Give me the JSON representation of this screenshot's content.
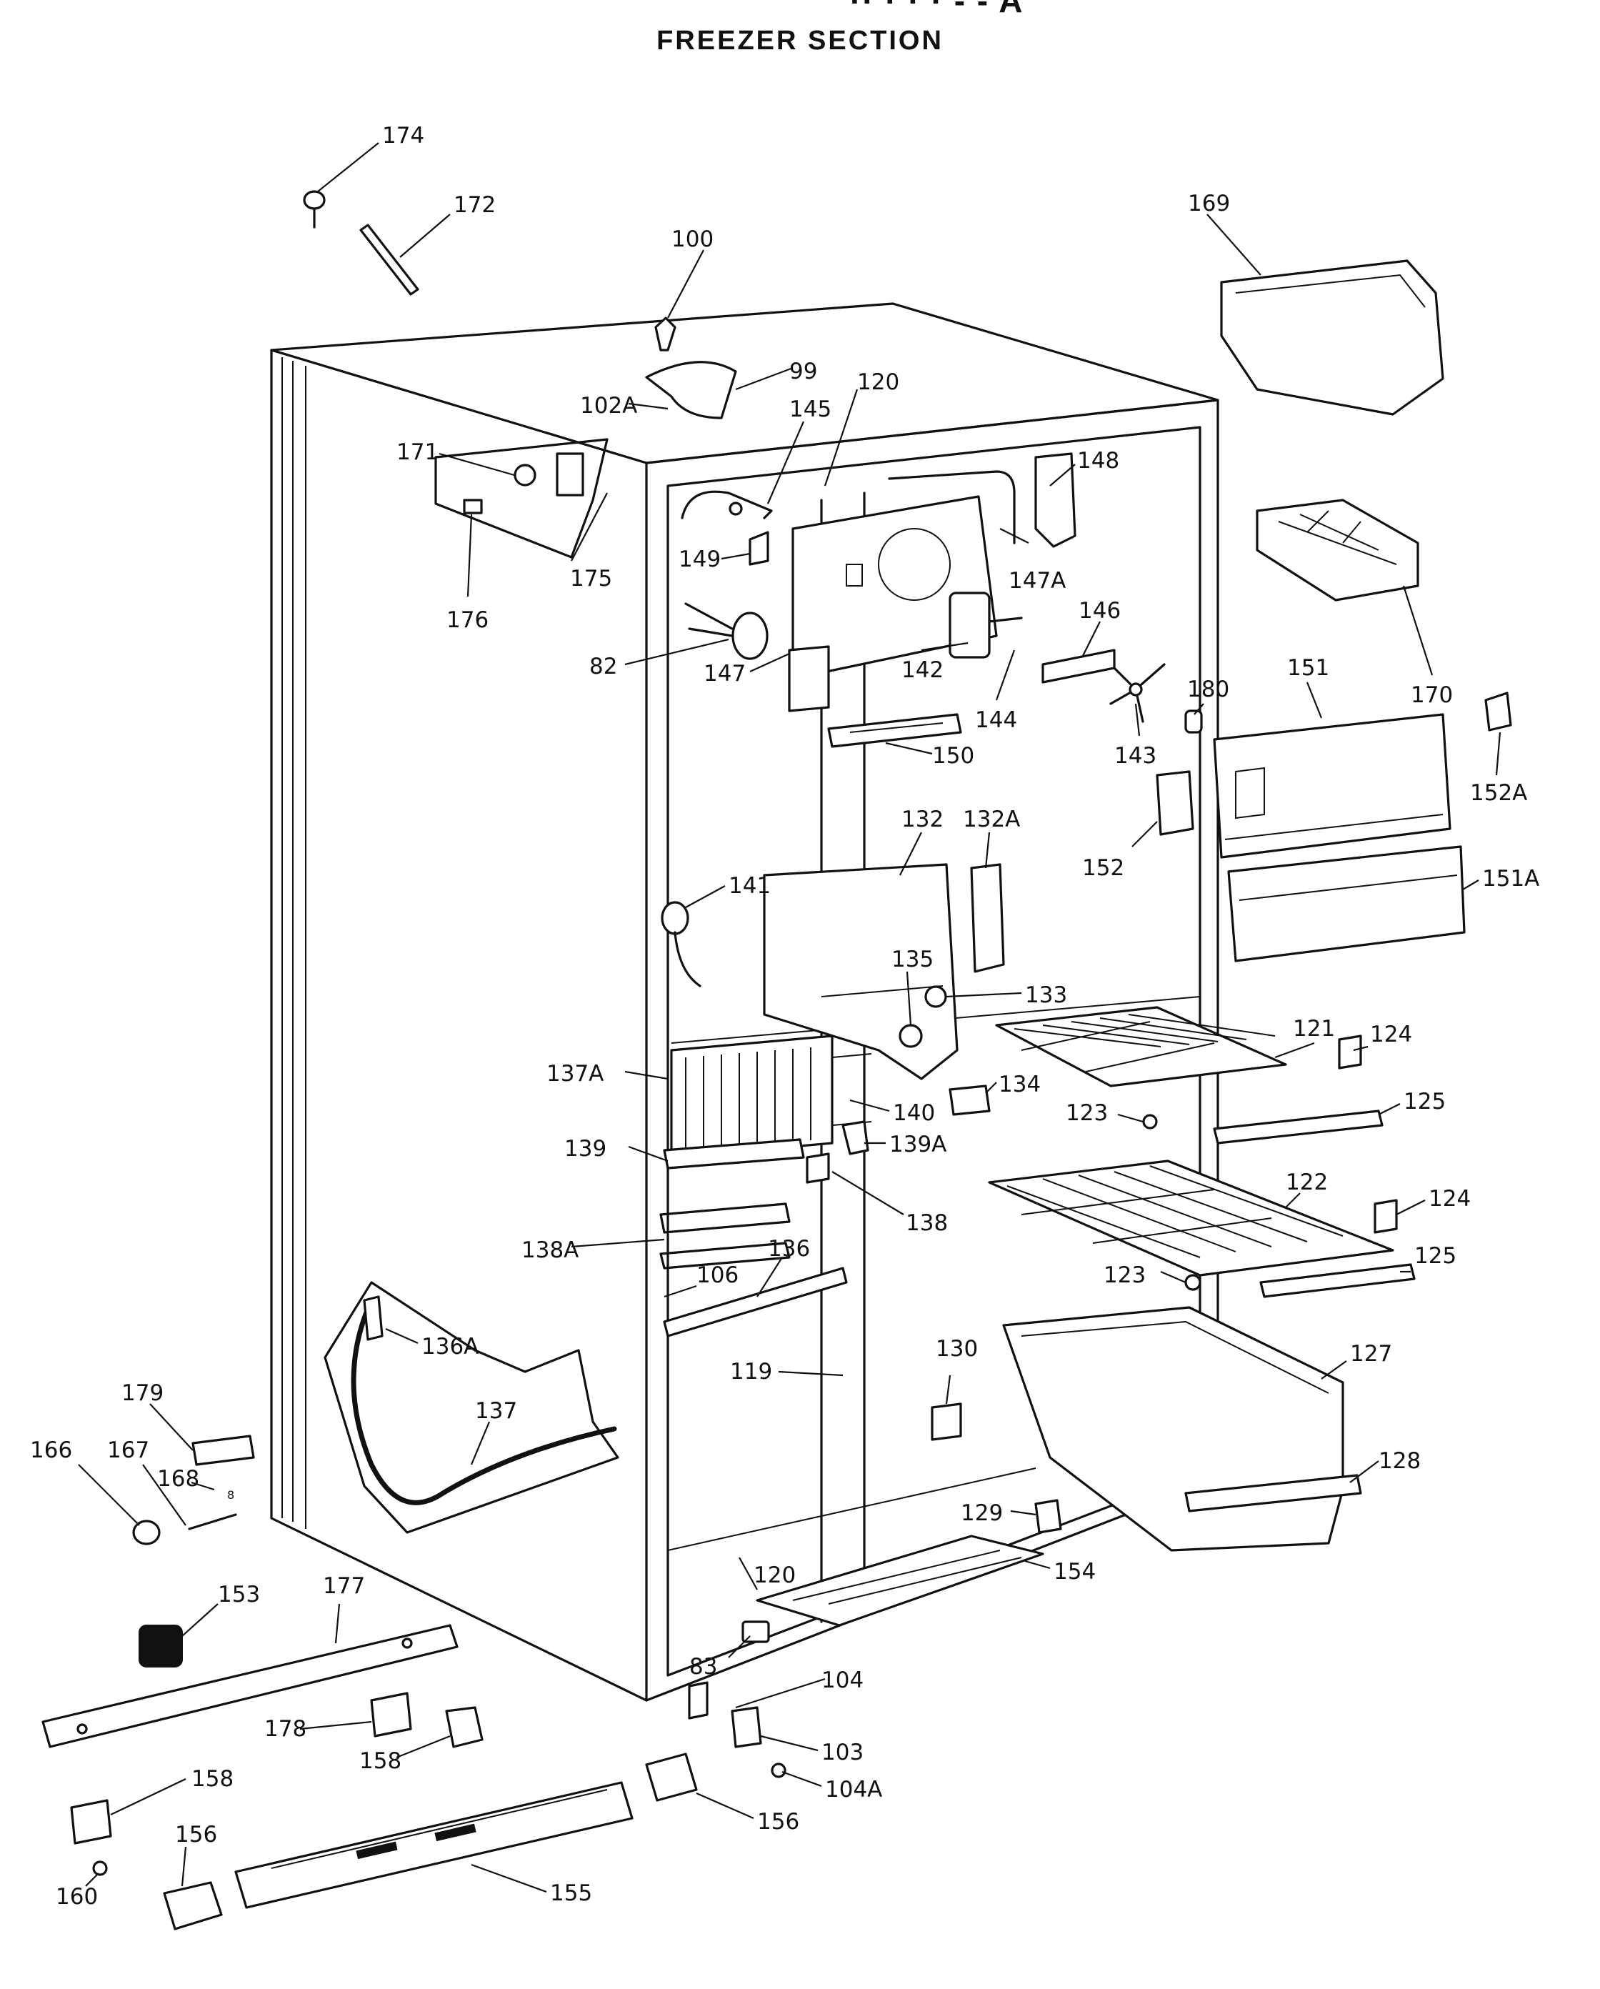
{
  "header": {
    "model_fragment": "·· · · · ‐ ‐ A",
    "section_title": "FREEZER SECTION"
  },
  "parts": {
    "p174": "174",
    "p172": "172",
    "p100": "100",
    "p169": "169",
    "p99": "99",
    "p102A": "102A",
    "p120a": "120",
    "p145": "145",
    "p148": "148",
    "p171": "171",
    "p175": "175",
    "p176": "176",
    "p149": "149",
    "p147A": "147A",
    "p146": "146",
    "p82": "82",
    "p147": "147",
    "p142": "142",
    "p144": "144",
    "p143": "143",
    "p180": "180",
    "p151": "151",
    "p170": "170",
    "p152A": "152A",
    "p150": "150",
    "p132": "132",
    "p132A": "132A",
    "p152": "152",
    "p151A": "151A",
    "p141": "141",
    "p135": "135",
    "p133": "133",
    "p121": "121",
    "p124a": "124",
    "p137A": "137A",
    "p134": "134",
    "p140": "140",
    "p123a": "123",
    "p125a": "125",
    "p139": "139",
    "p139A": "139A",
    "p122": "122",
    "p124b": "124",
    "p138": "138",
    "p138A": "138A",
    "p136": "136",
    "p106": "106",
    "p125b": "125",
    "p123b": "123",
    "p136A": "136A",
    "p130": "130",
    "p127": "127",
    "p119": "119",
    "p179": "179",
    "p137": "137",
    "p166": "166",
    "p167": "167",
    "p168": "168",
    "p8": "8",
    "p128": "128",
    "p129": "129",
    "p120b": "120",
    "p154": "154",
    "p153": "153",
    "p177": "177",
    "p83": "83",
    "p104": "104",
    "p178": "178",
    "p103": "103",
    "p158a": "158",
    "p158b": "158",
    "p104A": "104A",
    "p156a": "156",
    "p156b": "156",
    "p160": "160",
    "p155": "155"
  }
}
